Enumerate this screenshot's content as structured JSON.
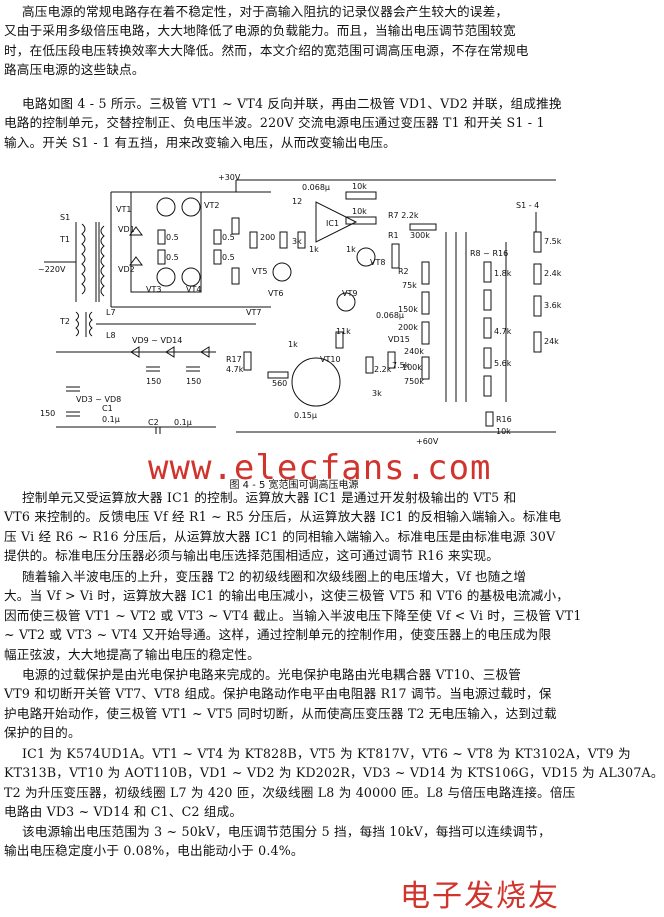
{
  "paragraphs_top": [
    [
      "高压电源的常规电路存在着不稳定性，对于高输入阻抗的记录仪器会产生较大的误差，",
      "又由于采用多级倍压电路，大大地降低了电源的负载能力。而且，当输出电压调节范围较宽",
      "时，在低压段电压转换效率大大降低。然而，本文介绍的宽范围可调高压电源，不存在常规电",
      "路高压电源的这些缺点。"
    ],
    [
      "电路如图 4 - 5 所示。三极管 VT1 ~ VT4 反向并联，再由二极管 VD1、VD2 并联，组成推挽",
      "电路的控制单元，交替控制正、负电压半波。220V 交流电源电压通过变压器 T1 和开关 S1 - 1",
      "输入。开关 S1 - 1 有五挡，用来改变输入电压，从而改变输出电压。"
    ]
  ],
  "figure": {
    "caption": "图 4 - 5  宽范围可调高压电源",
    "labels": {
      "plus30": "+30V",
      "c1": "0.068μ",
      "r10k_a": "10k",
      "r10k_b": "10k",
      "r12": "12",
      "r3k": "3k",
      "ic1": "IC1",
      "r1k": "1k",
      "r7": "R7 2.2k",
      "r1": "R1",
      "r300k": "300k",
      "r2": "R2",
      "r75k": "75k",
      "r150k": "150k",
      "r200k": "200k",
      "r240k": "240k",
      "r750k": "750k",
      "c0068": "0.068μ",
      "r8r16": "R8 ~ R16",
      "s14": "S1 - 4",
      "r75a": "7.5k",
      "r24a": "2.4k",
      "r36": "3.6k",
      "r24b": "24k",
      "r18": "1.8k",
      "r47": "4.7k",
      "r56": "5.6k",
      "r16": "R16",
      "r10k_c": "10k",
      "plus60": "+60V",
      "vt1": "VT1",
      "vt2": "VT2",
      "vt3": "VT3",
      "vt4": "VT4",
      "vt5": "VT5",
      "vt6": "VT6",
      "vt7": "VT7",
      "vt8": "VT8",
      "vt9": "VT9",
      "vt10": "VT10",
      "vd1": "VD1",
      "vd2": "VD2",
      "vd15": "VD15",
      "r05a": "0.5",
      "r05b": "0.5",
      "r05c": "0.5",
      "r05d": "0.5",
      "s1": "S1",
      "t1": "T1",
      "v220": "~220V",
      "t2": "T2",
      "l7": "L7",
      "l8": "L8",
      "vd9": "VD9 ~ VD14",
      "vd3": "VD3 ~ VD8",
      "c1l": "C1",
      "c2l": "C2",
      "c01a": "0.1μ",
      "c01b": "0.1μ",
      "r150a": "150",
      "r150b": "150",
      "r150c": "150",
      "r200": "200",
      "r11k": "11k",
      "r17": "R17",
      "r47k": "4.7k",
      "r560": "560",
      "r22k": "2.2k",
      "r75k2": "7.5k",
      "r100k": "100k",
      "c015": "0.15μ",
      "r3k2": "3k",
      "r1k2": "1k",
      "r1k3": "1k"
    }
  },
  "watermark": "www.elecfans.com",
  "paragraphs_bottom": [
    [
      "控制单元又受运算放大器 IC1 的控制。运算放大器 IC1 是通过开发射极输出的 VT5 和",
      "VT6 来控制的。反馈电压 Vf 经 R1 ~ R5 分压后，从运算放大器 IC1 的反相输入端输入。标准电",
      "压 Vi 经 R6 ~ R16 分压后，从运算放大器 IC1 的同相输入端输入。标准电压是由标准电源 30V",
      "提供的。标准电压分压器必须与输出电压选择范围相适应，这可通过调节 R16 来实现。"
    ],
    [
      "随着输入半波电压的上升，变压器 T2 的初级线圈和次级线圈上的电压增大，Vf 也随之增",
      "大。当 Vf > Vi 时，运算放大器 IC1 的输出电压减小，这使三极管 VT5 和 VT6 的基极电流减小，",
      "因而使三极管 VT1 ~ VT2 或 VT3 ~ VT4 截止。当输入半波电压下降至使 Vf < Vi 时，三极管 VT1",
      "~ VT2 或 VT3 ~ VT4 又开始导通。这样，通过控制单元的控制作用，使变压器上的电压成为限",
      "幅正弦波，大大地提高了输出电压的稳定性。"
    ],
    [
      "电源的过载保护是由光电保护电路来完成的。光电保护电路由光电耦合器 VT10、三极管",
      "VT9 和切断开关管 VT7、VT8 组成。保护电路动作电平由电阻器 R17 调节。当电源过载时，保",
      "护电路开始动作，使三极管 VT1 ~ VT5 同时切断，从而使高压变压器 T2 无电压输入，达到过载",
      "保护的目的。"
    ],
    [
      "IC1 为 K574UD1A。VT1 ~ VT4 为 KT828B，VT5 为 KT817V，VT6 ~ VT8 为 KT3102A，VT9 为",
      "KT313B，VT10 为 AOT110B，VD1 ~ VD2 为 KD202R，VD3 ~ VD14 为 KTS106G，VD15 为 AL307A。",
      "T2 为升压变压器，初级线圈 L7 为 420 匝，次级线圈 L8 为 40000 匝。L8 与倍压电路连接。倍压",
      "电路由 VD3 ~ VD14 和 C1、C2 组成。"
    ],
    [
      "该电源输出电压范围为 3 ~ 50kV，电压调节范围分 5 挡，每挡 10kV，每挡可以连续调节，",
      "输出电压稳定度小于 0.08%，电出能动小于 0.4%。"
    ]
  ],
  "watermark2": "电子发烧友"
}
